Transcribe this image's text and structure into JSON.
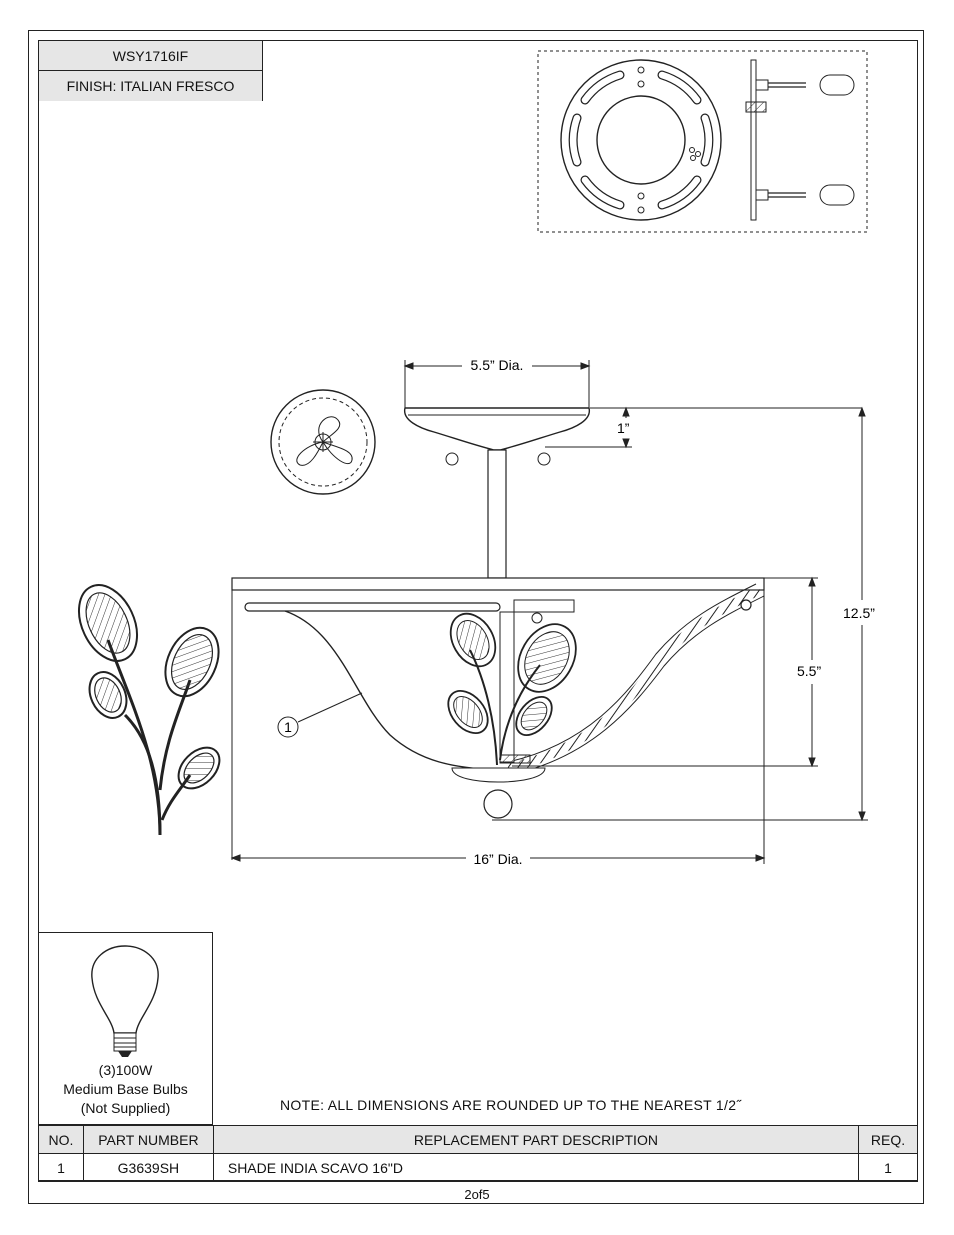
{
  "model": "WSY1716IF",
  "finish": "FINISH: ITALIAN FRESCO",
  "dimensions": {
    "top_diameter": "5.5” Dia.",
    "canopy_height": "1”",
    "overall_height": "12.5”",
    "bowl_height": "5.5”",
    "bowl_diameter": "16” Dia."
  },
  "callout": "1",
  "bulb": {
    "line1": "(3)100W",
    "line2": "Medium Base Bulbs",
    "line3": "(Not Supplied)"
  },
  "note": "NOTE:  ALL DIMENSIONS ARE ROUNDED UP TO THE NEAREST  1/2˝",
  "table": {
    "headers": {
      "no": "NO.",
      "part": "PART NUMBER",
      "desc": "REPLACEMENT PART DESCRIPTION",
      "req": "REQ."
    },
    "rows": [
      {
        "no": "1",
        "part": "G3639SH",
        "desc": "SHADE INDIA SCAVO 16\"D",
        "req": "1"
      }
    ]
  },
  "page": "2of5"
}
